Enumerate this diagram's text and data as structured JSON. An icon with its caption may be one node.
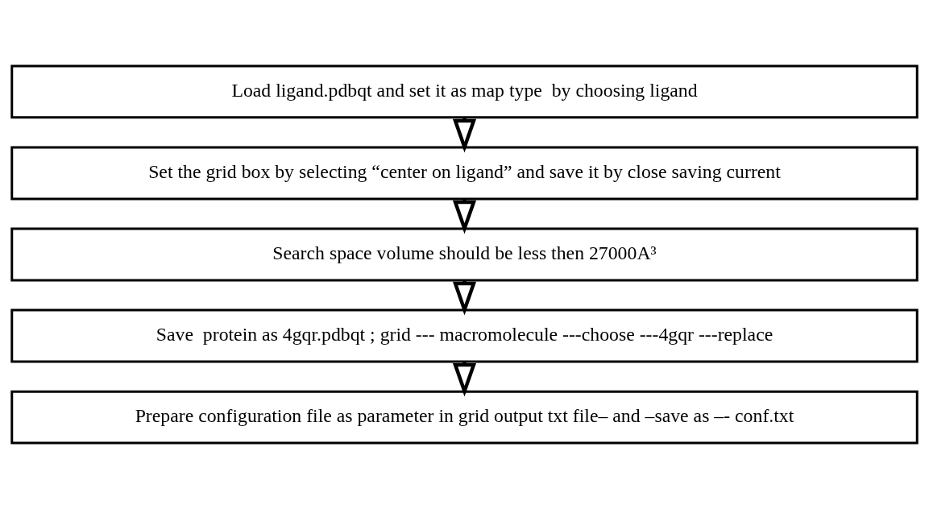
{
  "diagram": {
    "nodes": [
      {
        "text": [
          "Load ligand.pdbqt and set it as map type  by choosing ligand"
        ]
      },
      {
        "text": [
          "Set the grid box by selecting “center on ligand” and save it by close saving current"
        ]
      },
      {
        "text": [
          "Search space volume should be less then 27000A³"
        ]
      },
      {
        "text": [
          "Save  protein as 4gqr.pdbqt ; grid --- macromolecule ---choose ---4gqr ---replace"
        ]
      },
      {
        "text": [
          "Prepare configuration file as parameter in grid output txt file– and –save as –- conf.txt"
        ]
      }
    ],
    "edges": [
      {
        "from": 0,
        "to": 1,
        "arrow": "to"
      },
      {
        "from": 1,
        "to": 2,
        "arrow": "to"
      },
      {
        "from": 2,
        "to": 3,
        "arrow": "to"
      },
      {
        "from": 3,
        "to": 4,
        "arrow": "to"
      }
    ]
  }
}
